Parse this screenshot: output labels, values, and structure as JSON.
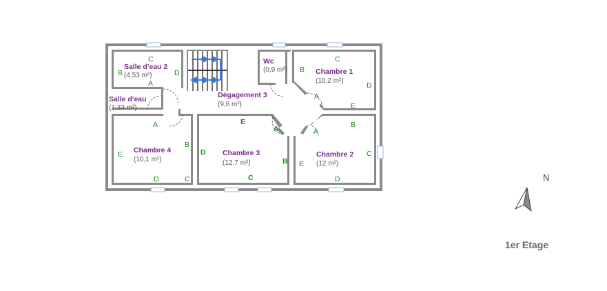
{
  "rooms": {
    "salle_eau_2": {
      "name": "Salle d'eau 2",
      "area": "(4,53 m²)"
    },
    "salle_eau": {
      "name": "Salle d'eau",
      "area": "(1,33 m²)"
    },
    "wc": {
      "name": "Wc",
      "area": "(0,9 m²)"
    },
    "chambre_1": {
      "name": "Chambre 1",
      "area": "(10,2 m²)"
    },
    "degagement_3": {
      "name": "Dégagement 3",
      "area": "(9,6 m²)"
    },
    "chambre_4": {
      "name": "Chambre 4",
      "area": "(10,1 m²)"
    },
    "chambre_3": {
      "name": "Chambre 3",
      "area": "(12,7 m²)"
    },
    "chambre_2": {
      "name": "Chambre 2",
      "area": "(12 m²)"
    }
  },
  "walls": {
    "A": "A",
    "B": "B",
    "C": "C",
    "D": "D",
    "E": "E"
  },
  "north": "N",
  "floor_label": "1er Etage",
  "colors": {
    "wall": "#8a8a8a",
    "room_name": "#7a2a8a",
    "wall_letter": "#1e8a1e",
    "stair_arrow": "#3a78d8"
  }
}
